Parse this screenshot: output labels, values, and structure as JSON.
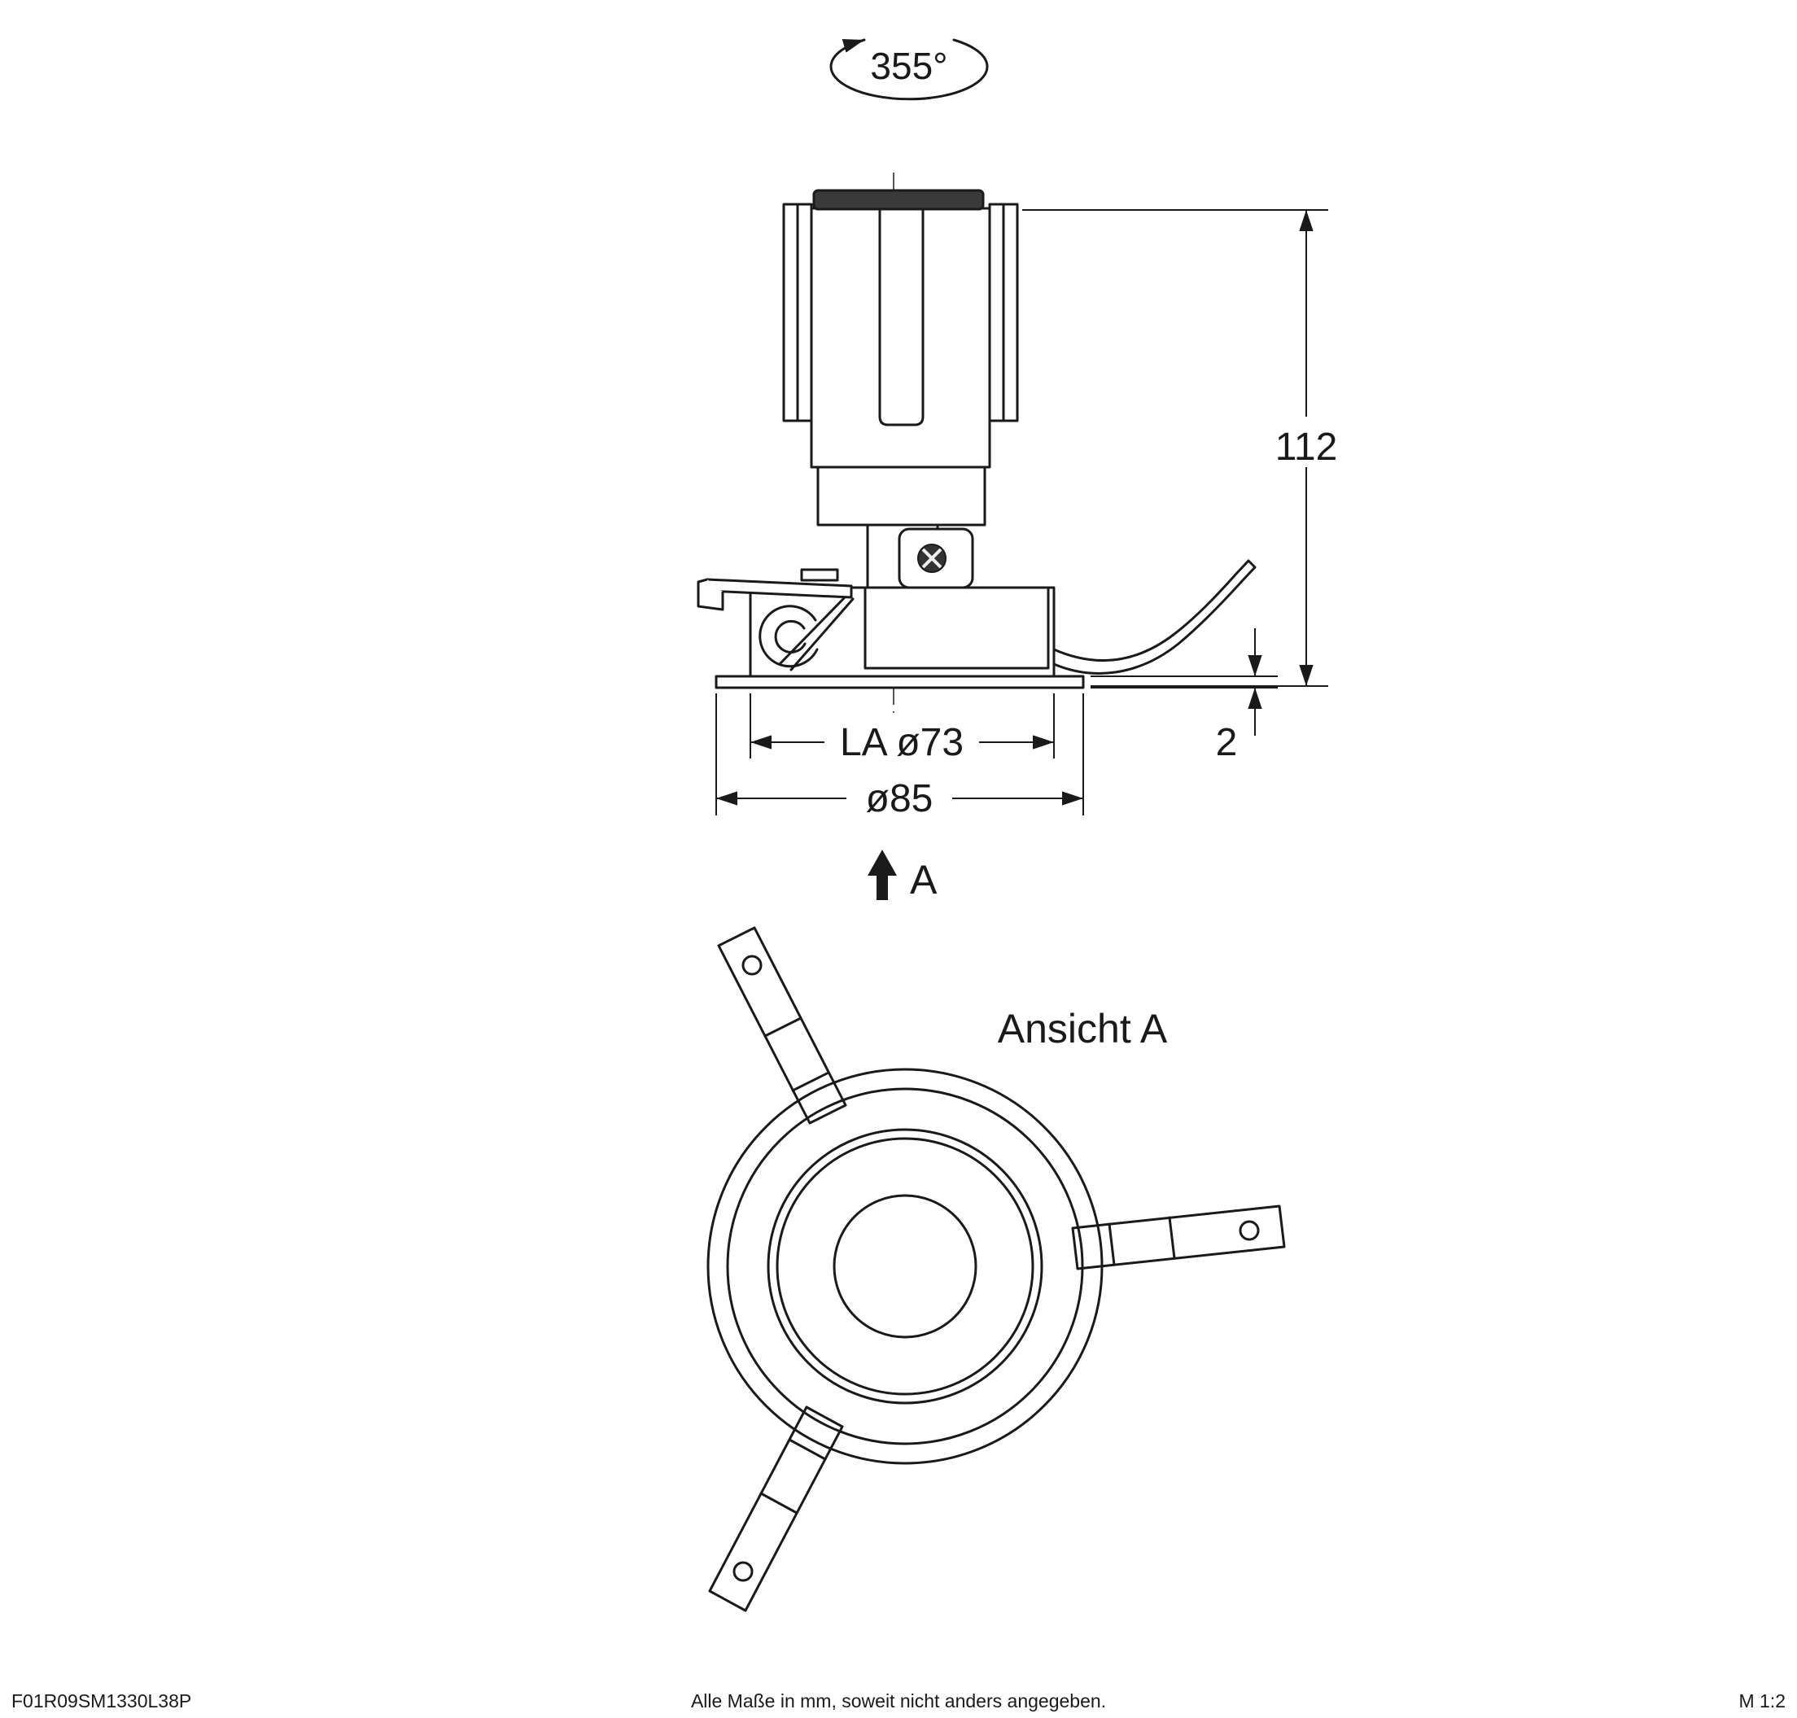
{
  "rotation": {
    "angle_label": "355°"
  },
  "side_view": {
    "dims": {
      "height": "112",
      "flange_thickness": "2",
      "cutout": "LA ø73",
      "outer_diameter": "ø85"
    },
    "view_label": "A"
  },
  "bottom_view": {
    "title": "Ansicht A"
  },
  "footer": {
    "article_code": "F01R09SM1330L38P",
    "note": "Alle Maße in mm, soweit nicht anders angegeben.",
    "scale": "M 1:2"
  },
  "colors": {
    "line": "#1a1a1a",
    "cap_fill": "#3a3a3a",
    "screw_fill": "#333333",
    "background": "#ffffff"
  }
}
